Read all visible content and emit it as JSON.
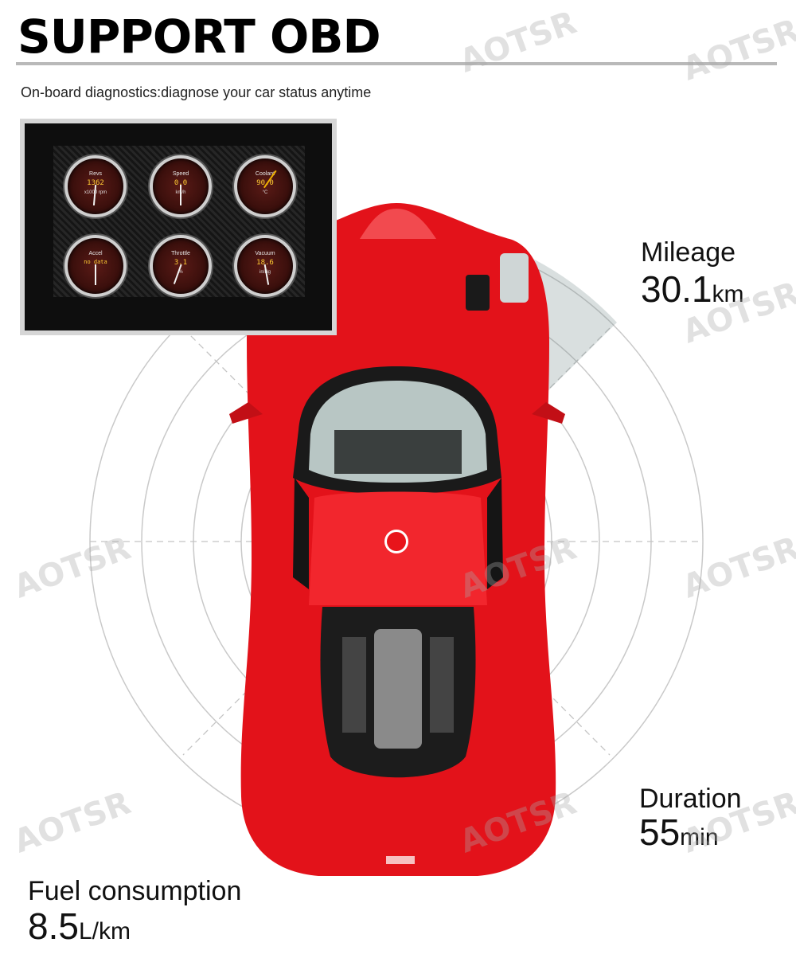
{
  "header": {
    "title": "SUPPORT OBD",
    "subtitle": "On-board diagnostics:diagnose your car status anytime"
  },
  "obd_screen": {
    "gauges": [
      {
        "name": "Revs",
        "value": "1362",
        "unit": "x1000 rpm"
      },
      {
        "name": "Speed",
        "value": "0.0",
        "unit": "km/h"
      },
      {
        "name": "Coolant",
        "value": "90.0",
        "unit": "°C"
      },
      {
        "name": "Accel",
        "value": "no data",
        "unit": ""
      },
      {
        "name": "Throttle",
        "value": "3.1",
        "unit": "%"
      },
      {
        "name": "Vacuum",
        "value": "18.6",
        "unit": "in/Hg"
      }
    ]
  },
  "stats": {
    "mileage": {
      "label": "Mileage",
      "value": "30.1",
      "unit": "km"
    },
    "duration": {
      "label": "Duration",
      "value": "55",
      "unit": "min"
    },
    "fuel": {
      "label": "Fuel consumption",
      "value": "8.5",
      "unit": "L/km"
    }
  },
  "watermark": "AOTSR",
  "colors": {
    "car": "#e8141b",
    "dot": "#e8141b",
    "radar": "#c9c9c9"
  }
}
